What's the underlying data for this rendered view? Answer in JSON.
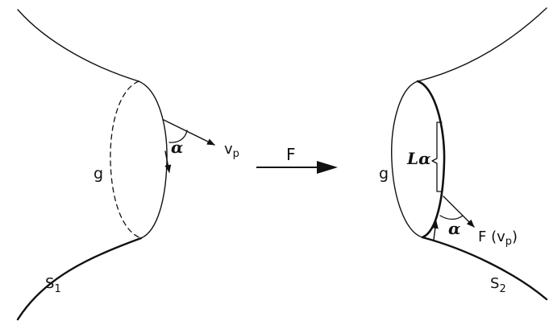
{
  "figure": {
    "left": {
      "curve_label": "g",
      "angle_symbol": "α",
      "vector_label": "v",
      "vector_subscript": "p",
      "surface_label": "S",
      "surface_subscript": "1"
    },
    "map": {
      "label": "F"
    },
    "right": {
      "curve_label": "g",
      "length_label": "Lα",
      "angle_symbol": "α",
      "vector_label": "F (v",
      "vector_subscript": "p",
      "vector_suffix": ")",
      "surface_label": "S",
      "surface_subscript": "2"
    },
    "colors": {
      "ink": "#111111",
      "background": "#ffffff"
    }
  }
}
